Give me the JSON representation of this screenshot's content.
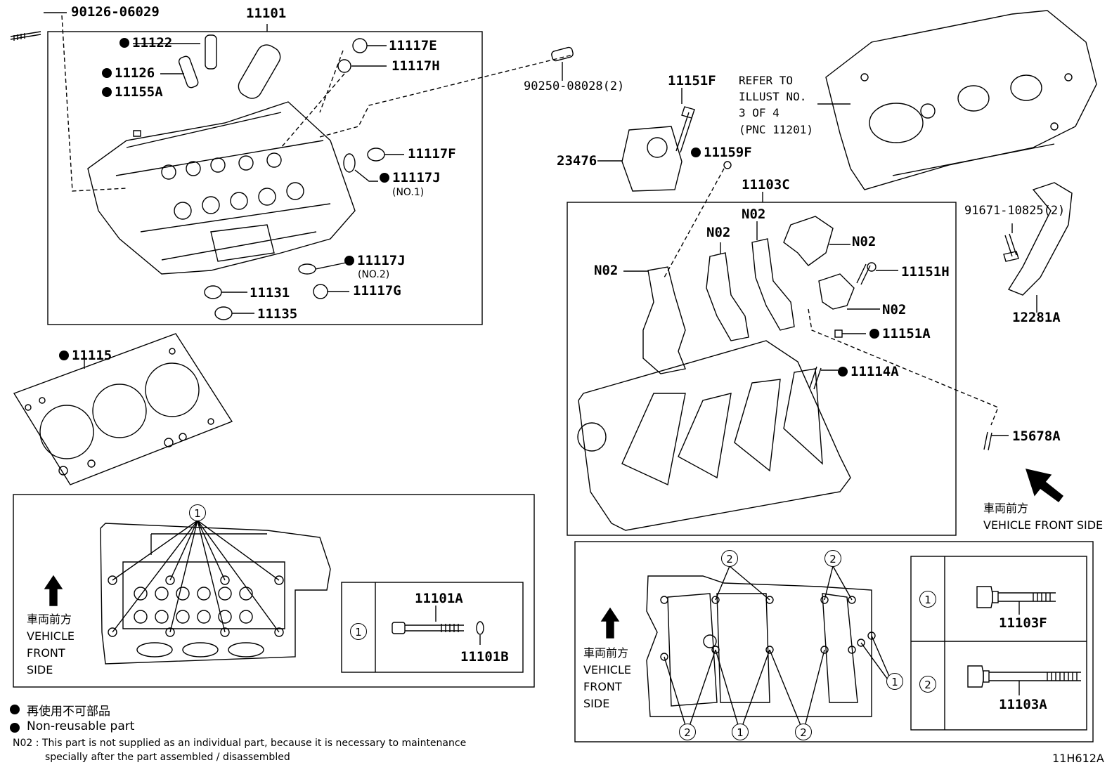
{
  "parts": {
    "p90126": "90126-06029",
    "p11101": "11101",
    "p11122": "11122",
    "p11126": "11126",
    "p11155A": "11155A",
    "p11117E": "11117E",
    "p11117H": "11117H",
    "p90250": "90250-08028(2)",
    "p11117F": "11117F",
    "p11117J1": "11117J",
    "p11117J1_sub": "(NO.1)",
    "p11117J2": "11117J",
    "p11117J2_sub": "(NO.2)",
    "p11131": "11131",
    "p11117G": "11117G",
    "p11135": "11135",
    "p11115": "11115",
    "p11151F": "11151F",
    "p23476": "23476",
    "p11159F": "11159F",
    "p11103C": "11103C",
    "refer": "REFER TO\nILLUST NO.\n3 OF 4\n(PNC 11201)",
    "p91671": "91671-10825(2)",
    "p12281A": "12281A",
    "n02": "N02",
    "p11151H": "11151H",
    "p11151A": "11151A",
    "p11114A": "11114A",
    "p15678A": "15678A",
    "p11101A": "11101A",
    "p11101B": "11101B",
    "p11103F": "11103F",
    "p11103A": "11103A"
  },
  "callouts": {
    "one": "1",
    "two": "2"
  },
  "front": {
    "right": "車両前方\nVEHICLE FRONT SIDE",
    "left": "車両前方\nVEHICLE\nFRONT\nSIDE",
    "lower": "車両前方\nVEHICLE\nFRONT\nSIDE"
  },
  "legend": {
    "jp": "再使用不可部品",
    "en": "Non-reusable part",
    "note_line1": "N02 : This part is not supplied as an individual part, because it is necessary to maintenance",
    "note_line2": "specially after the part assembled / disassembled"
  },
  "code": "11H612A"
}
